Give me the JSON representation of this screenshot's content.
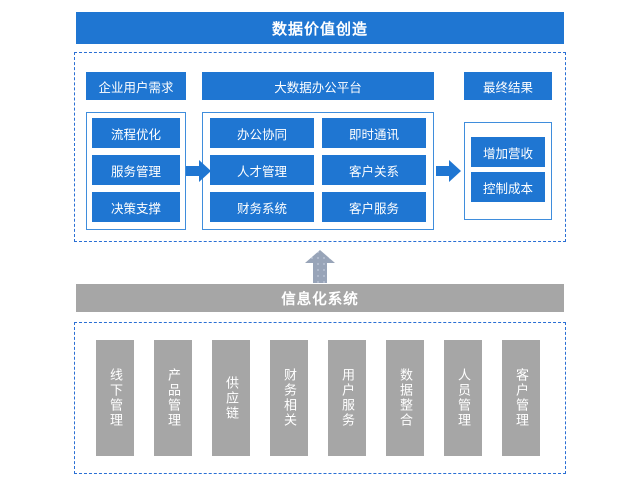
{
  "diagram": {
    "title_banner": {
      "label": "数据价值创造"
    },
    "value_creation": {
      "headers": {
        "demand": "企业用户需求",
        "platform": "大数据办公平台",
        "result": "最终结果"
      },
      "demand_items": [
        "流程优化",
        "服务管理",
        "决策支撑"
      ],
      "platform_items_col1": [
        "办公协同",
        "人才管理",
        "财务系统"
      ],
      "platform_items_col2": [
        "即时通讯",
        "客户关系",
        "客户服务"
      ],
      "result_items": [
        "增加营收",
        "控制成本"
      ],
      "arrows": [
        "arrow-right-demand-to-platform",
        "arrow-right-platform-to-result"
      ]
    },
    "connector": {
      "icon": "arrow-up-icon"
    },
    "info_system": {
      "banner_label": "信息化系统",
      "modules": [
        "线下管理",
        "产品管理",
        "供应链",
        "财务相关",
        "用户服务",
        "数据整合",
        "人员管理",
        "客户管理"
      ]
    },
    "colors": {
      "primary_blue": "#1f76d2",
      "panel_border_blue": "#3f8ddc",
      "dashed_blue": "#2a6fd4",
      "gray": "#a6a6a6",
      "connector_gray": "#98a4b8",
      "white": "#ffffff"
    }
  }
}
